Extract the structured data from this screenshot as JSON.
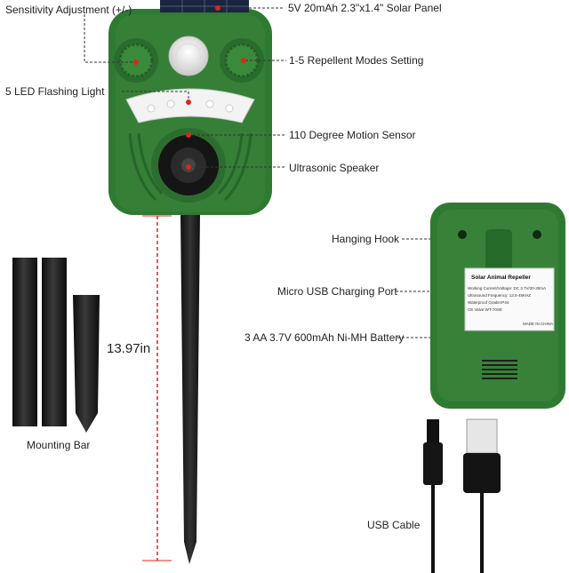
{
  "labels": {
    "sensitivity": "Sensitivity Adjustment (+/-)",
    "solar_panel": "5V 20mAh 2.3\"x1.4\" Solar Panel",
    "repellent_modes": "1-5 Repellent Modes Setting",
    "led_light": "5 LED Flashing Light",
    "motion_sensor": "110 Degree Motion Sensor",
    "speaker": "Ultrasonic Speaker",
    "hanging_hook": "Hanging Hook",
    "usb_port": "Micro USB Charging Port",
    "battery": "3 AA 3.7V 600mAh Ni-MH Battery",
    "mounting_bar": "Mounting Bar",
    "usb_cable": "USB Cable",
    "height": "13.97in"
  },
  "back_panel": {
    "title": "Solar Animal Repeller",
    "spec_lines": [
      "Working Current/Voltage: DC 3.7V/20-30mA",
      "Ultrasound Frequency: 13.5-45KHZ",
      "Waterproof Grade:IP44",
      "CE Valve:WT-70SE"
    ],
    "made_in": "MADE IN CHINA"
  },
  "colors": {
    "body_green": "#2f7a32",
    "dark_green": "#1f5a22",
    "marker_red": "#e0241b"
  }
}
